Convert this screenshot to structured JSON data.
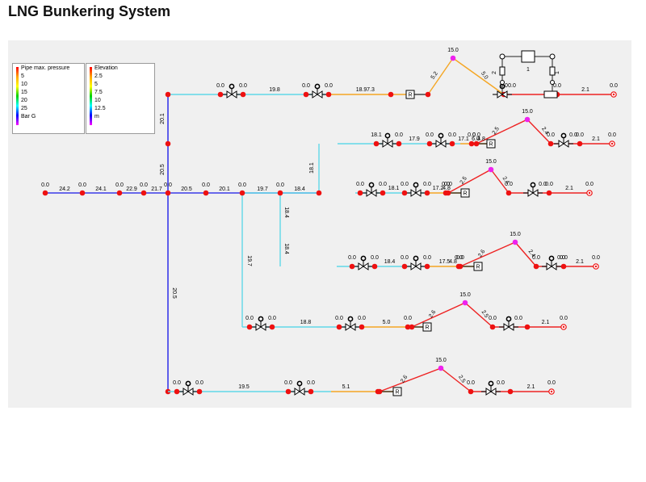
{
  "title": "LNG Bunkering System",
  "legend_pressure": {
    "title": "Pipe max. pressure",
    "items": [
      "5",
      "10",
      "15",
      "20",
      "25",
      "Bar G"
    ],
    "colors": [
      "#ff0000",
      "#ffa500",
      "#ffff00",
      "#00d000",
      "#00ffff",
      "#0000ff",
      "#ff00ff"
    ]
  },
  "legend_elevation": {
    "title": "Elevation",
    "items": [
      "2.5",
      "5",
      "7.5",
      "10",
      "12.5",
      "m"
    ],
    "colors": [
      "#ff0000",
      "#ffa500",
      "#ffff00",
      "#00d000",
      "#00ffff",
      "#0000ff",
      "#ff00ff"
    ]
  },
  "colors": {
    "blue_pipe": "#3a3ae8",
    "cyan_pipe": "#60d8e8",
    "orange_pipe": "#f5a623",
    "red_pipe": "#ee2222",
    "node": "#ee1111",
    "peak_node": "#ee22ee",
    "black_line": "#222222"
  },
  "main_line": {
    "node_values": [
      "0.0",
      "0.0",
      "0.0",
      "0.0",
      "0.0",
      "0.0",
      "0.0",
      "0.0"
    ],
    "pipe_values": [
      "24.2",
      "24.1",
      "22.9",
      "21.7",
      "20.5",
      "20.1",
      "19.7",
      "18.4"
    ]
  },
  "vertical_pipes": [
    "20.1",
    "20.5",
    "18.1",
    "18.4",
    "18.4",
    "19.7",
    "20.5"
  ],
  "branches": [
    {
      "nodes_left": [
        "0.0",
        "0.0",
        "0.0",
        "0.0"
      ],
      "pipes": [
        "19.8",
        "18.9",
        "7.3"
      ],
      "nodes_right": [
        "0.0",
        "0.0",
        "0.0"
      ],
      "rise": [
        "5.2",
        "5.0"
      ],
      "peak": "15.0",
      "tail": "2.1",
      "end": "0.0",
      "aux_labels": [
        "2",
        "1",
        "1"
      ]
    },
    {
      "nodes_left": [
        "18.1",
        "0.0",
        "0.0",
        "0.0",
        "0.0",
        "0.0"
      ],
      "pipes": [
        "17.9",
        "17.1",
        "6.0",
        "4.8"
      ],
      "nodes_right": [
        "0.0",
        "0.0",
        "0.0"
      ],
      "rise": [
        "2.5",
        "2.4"
      ],
      "peak": "15.0",
      "tail": "2.1",
      "end": "0.0"
    },
    {
      "nodes_left": [
        "0.0",
        "0.0",
        "0.0",
        "0.0",
        "0.0",
        "0.0"
      ],
      "pipes": [
        "18.1",
        "17.2",
        "4.8"
      ],
      "nodes_right": [
        "0.0",
        "0.0",
        "0.0"
      ],
      "rise": [
        "2.5",
        "2.4"
      ],
      "peak": "15.0",
      "tail": "2.1",
      "end": "0.0"
    },
    {
      "nodes_left": [
        "0.0",
        "0.0",
        "0.0",
        "0.0",
        "0.0",
        "0.0"
      ],
      "pipes": [
        "18.4",
        "17.5",
        "4.8"
      ],
      "nodes_right": [
        "0.0",
        "0.0",
        "0.0"
      ],
      "rise": [
        "2.6",
        "2.4"
      ],
      "peak": "15.0",
      "tail": "2.1",
      "end": "0.0"
    },
    {
      "nodes_left": [
        "0.0",
        "0.0",
        "0.0",
        "0.0",
        "0.0"
      ],
      "pipes": [
        "18.8",
        "5.0"
      ],
      "nodes_right": [
        "0.0",
        "0.0"
      ],
      "rise": [
        "2.6",
        "2.5"
      ],
      "peak": "15.0",
      "tail": "2.1",
      "end": "0.0"
    },
    {
      "nodes_left": [
        "0.0",
        "0.0",
        "0.0",
        "0.0"
      ],
      "pipes": [
        "19.5",
        "5.1"
      ],
      "nodes_right": [
        "0.0",
        "0.0"
      ],
      "rise": [
        "2.6",
        "2.5"
      ],
      "peak": "15.0",
      "tail": "2.1",
      "end": "0.0"
    }
  ],
  "regulator_label": "R"
}
